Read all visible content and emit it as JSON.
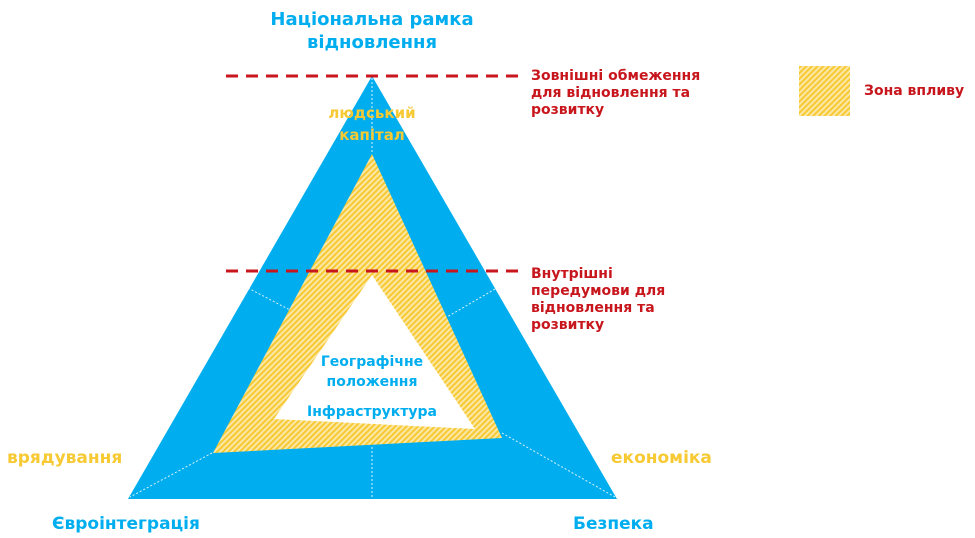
{
  "title": "Національна рамка відновлення",
  "title_lines": [
    "Національна рамка",
    "відновлення"
  ],
  "corners": {
    "top": [
      "людський",
      "капітал"
    ],
    "left": "врядування",
    "right": "економіка",
    "bottom_left": "Євроінтеграція",
    "bottom_right": "Безпека"
  },
  "center": {
    "line1": "Географічне",
    "line2": "положення",
    "line3": "Інфраструктура"
  },
  "annotations": {
    "external": [
      "Зовнішні обмеження",
      "для відновлення та",
      "розвитку"
    ],
    "internal": [
      "Внутрішні",
      "передумови для",
      "відновлення та",
      "розвитку"
    ]
  },
  "legend": {
    "label": "Зона впливу"
  },
  "colors": {
    "blue": "#00aeef",
    "yellow": "#f7c932",
    "red": "#c8161d"
  }
}
